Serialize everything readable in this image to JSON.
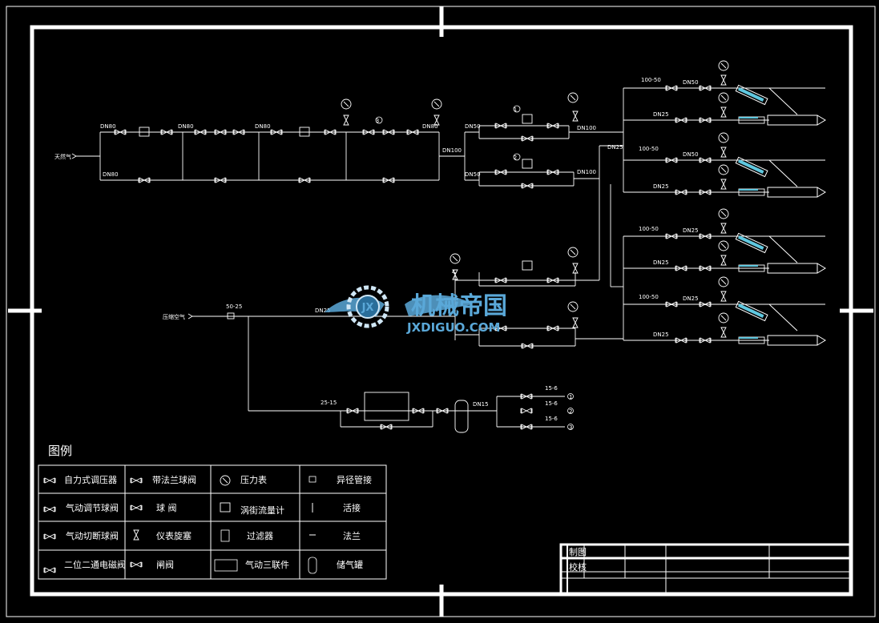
{
  "labels": {
    "natural_gas": "天然气",
    "compressed_air": "压缩空气",
    "dn80_a": "DN80",
    "dn80_b": "DN80",
    "dn80_c": "DN80",
    "dn80_d": "DN80",
    "dn80_e": "DN80",
    "dn100_a": "DN100",
    "dn100_b": "DN100",
    "dn100_c": "DN100",
    "dn50_a": "DN50",
    "dn50_b": "DN50",
    "dn50_c": "DN50",
    "dn50_d": "DN50",
    "dn25_a": "DN25",
    "dn25_b": "DN25",
    "dn25_c": "DN25",
    "dn25_d": "DN25",
    "dn25_e": "DN25",
    "dn25_f": "DN25",
    "dn25_g": "DN25",
    "dn25_h": "DN25",
    "dn15": "DN15",
    "r100_50_a": "100-50",
    "r100_50_b": "100-50",
    "r100_50_c": "100-50",
    "r100_50_d": "100-50",
    "r50_25": "50-25",
    "r25_15": "25-15",
    "r15_6_a": "15-6",
    "r15_6_b": "15-6",
    "r15_6_c": "15-6",
    "num_1": "1",
    "num_2": "2",
    "num_3": "3",
    "num_4": "4",
    "out_1": "1",
    "out_2": "2",
    "out_3": "3"
  },
  "legend": {
    "title": "图例",
    "items": [
      [
        "自力式调压器",
        "带法兰球阀",
        "压力表",
        "异径管接"
      ],
      [
        "气动调节球阀",
        "球  阀",
        "涡街流量计",
        "活接"
      ],
      [
        "气动切断球阀",
        "仪表旋塞",
        "过滤器",
        "法兰"
      ],
      [
        "二位二通电磁阀",
        "闸阀",
        "气动三联件",
        "储气罐"
      ]
    ]
  },
  "title_block": {
    "drawn": "制图",
    "checked": "校核"
  },
  "watermark": {
    "cn": "机械帝国",
    "en": "JXDIGUO.COM",
    "badge": "JX"
  },
  "colors": {
    "line": "#ffffff",
    "nozzle": "#5fc8e0",
    "watermark": "#5aa8d8",
    "background": "#000000"
  }
}
